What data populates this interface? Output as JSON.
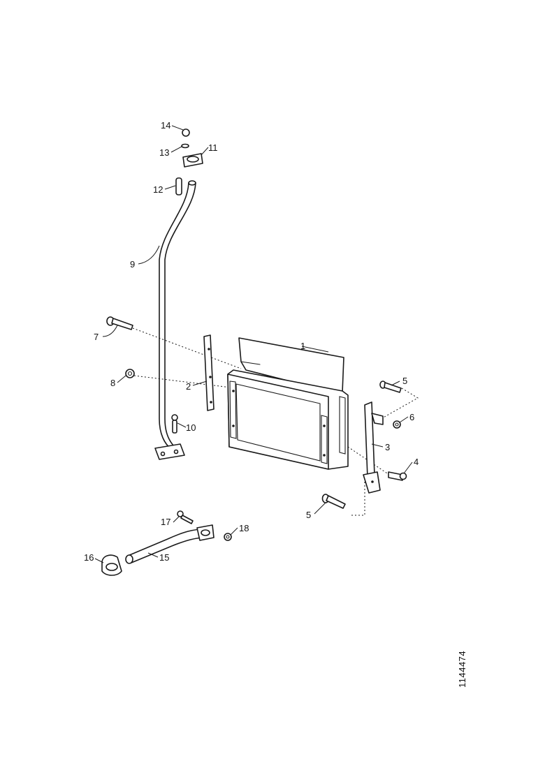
{
  "document_ref": "1144474",
  "callouts": {
    "c1": "1",
    "c2": "2",
    "c3": "3",
    "c4": "4",
    "c5a": "5",
    "c5b": "5",
    "c6": "6",
    "c7": "7",
    "c8": "8",
    "c9": "9",
    "c10": "10",
    "c11": "11",
    "c12": "12",
    "c13": "13",
    "c14": "14",
    "c15": "15",
    "c16": "16",
    "c17": "17",
    "c18": "18"
  }
}
